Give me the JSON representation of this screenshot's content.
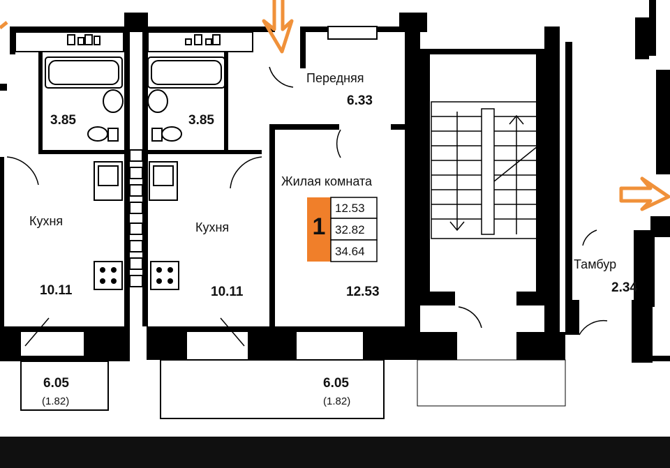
{
  "rooms": {
    "bath_left": "3.85",
    "bath_right": "3.85",
    "kitchen_left_name": "Кухня",
    "kitchen_left_area": "10.11",
    "kitchen_right_name": "Кухня",
    "kitchen_right_area": "10.11",
    "hall_name": "Передняя",
    "hall_area": "6.33",
    "living_name": "Жилая комната",
    "living_area": "12.53",
    "vestibule_name": "Тамбур",
    "vestibule_area": "2.34",
    "balcony_left_area": "6.05",
    "balcony_left_reduced": "(1.82)",
    "balcony_right_area": "6.05",
    "balcony_right_reduced": "(1.82)"
  },
  "badge": {
    "rooms_count": "1",
    "living_area": "12.53",
    "total_area": "32.82",
    "total_with_balcony": "34.64",
    "color": "#f07f2a"
  },
  "colors": {
    "wall": "#000000",
    "paper": "#ffffff",
    "arrow": "#f0913a",
    "footer": "#101010"
  }
}
